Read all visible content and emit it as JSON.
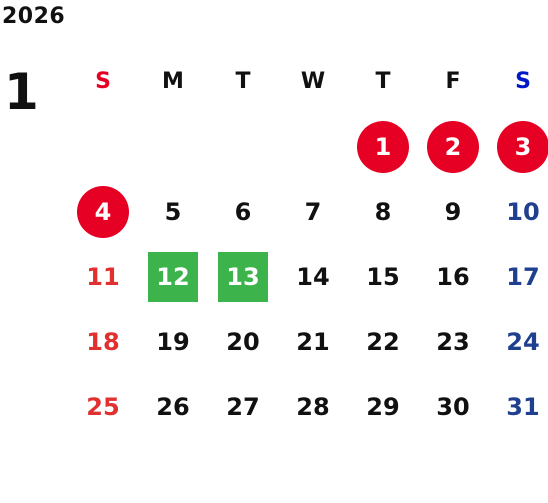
{
  "calendar": {
    "year": "2026",
    "month": "1",
    "weekdays": [
      "S",
      "M",
      "T",
      "W",
      "T",
      "F",
      "S"
    ],
    "weekday_colors": [
      "#e60023",
      "#111111",
      "#111111",
      "#111111",
      "#111111",
      "#111111",
      "#0019c8"
    ],
    "leading_blanks": 4,
    "days": [
      {
        "label": "1",
        "kind": "holiday"
      },
      {
        "label": "2",
        "kind": "holiday"
      },
      {
        "label": "3",
        "kind": "holiday"
      },
      {
        "label": "4",
        "kind": "holiday"
      },
      {
        "label": "5",
        "kind": "weekday"
      },
      {
        "label": "6",
        "kind": "weekday"
      },
      {
        "label": "7",
        "kind": "weekday"
      },
      {
        "label": "8",
        "kind": "weekday"
      },
      {
        "label": "9",
        "kind": "weekday"
      },
      {
        "label": "10",
        "kind": "saturday"
      },
      {
        "label": "11",
        "kind": "sunday"
      },
      {
        "label": "12",
        "kind": "special"
      },
      {
        "label": "13",
        "kind": "special"
      },
      {
        "label": "14",
        "kind": "weekday"
      },
      {
        "label": "15",
        "kind": "weekday"
      },
      {
        "label": "16",
        "kind": "weekday"
      },
      {
        "label": "17",
        "kind": "saturday"
      },
      {
        "label": "18",
        "kind": "sunday"
      },
      {
        "label": "19",
        "kind": "weekday"
      },
      {
        "label": "20",
        "kind": "weekday"
      },
      {
        "label": "21",
        "kind": "weekday"
      },
      {
        "label": "22",
        "kind": "weekday"
      },
      {
        "label": "23",
        "kind": "weekday"
      },
      {
        "label": "24",
        "kind": "saturday"
      },
      {
        "label": "25",
        "kind": "sunday"
      },
      {
        "label": "26",
        "kind": "weekday"
      },
      {
        "label": "27",
        "kind": "weekday"
      },
      {
        "label": "28",
        "kind": "weekday"
      },
      {
        "label": "29",
        "kind": "weekday"
      },
      {
        "label": "30",
        "kind": "weekday"
      },
      {
        "label": "31",
        "kind": "saturday"
      }
    ]
  },
  "colors": {
    "weekday": "#111111",
    "sunday": "#e03030",
    "saturday": "#1f3f8f",
    "holiday": "#ffffff",
    "special": "#ffffff"
  }
}
